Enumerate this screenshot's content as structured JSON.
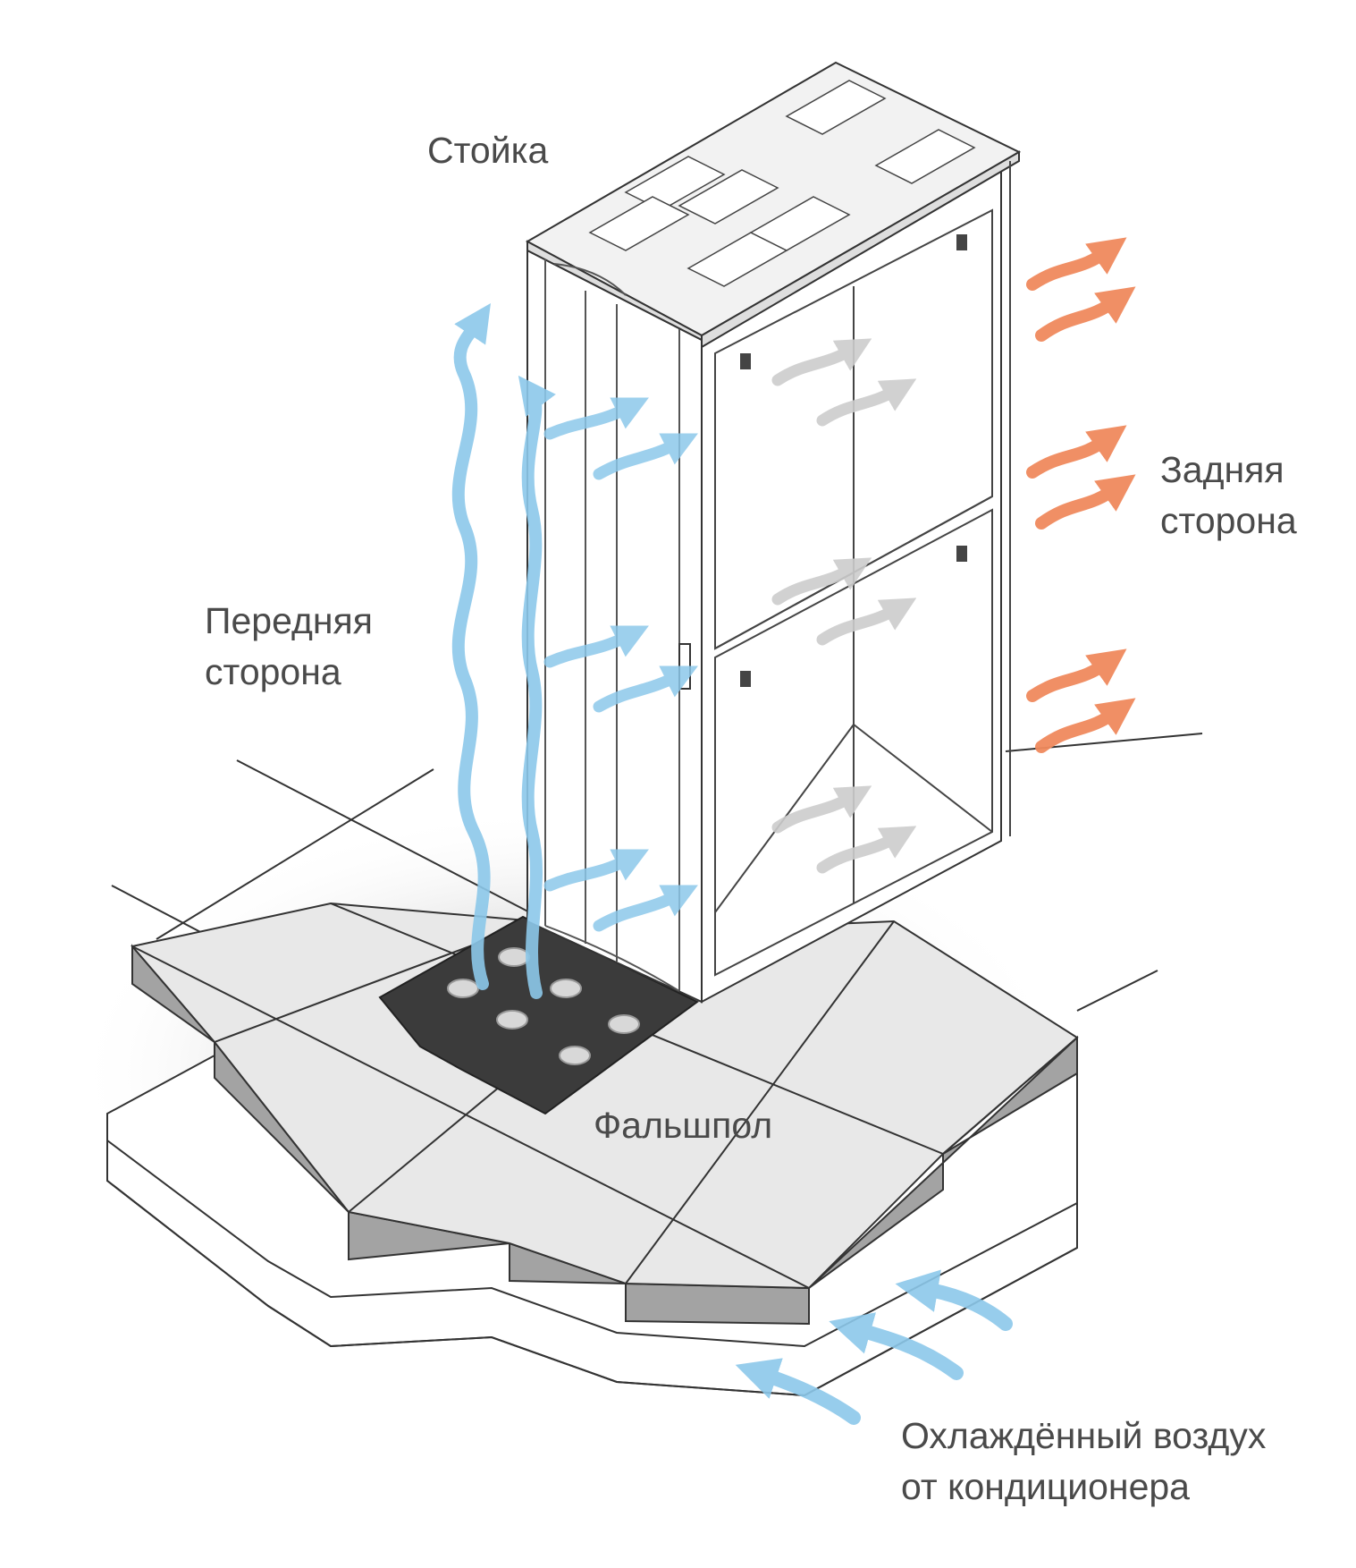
{
  "labels": {
    "rack": "Стойка",
    "front": [
      "Передняя",
      "сторона"
    ],
    "back": [
      "Задняя",
      "сторона"
    ],
    "floor": "Фальшпол",
    "cooled_air": [
      "Охлаждённый воздух",
      "от кондиционера"
    ]
  },
  "colors": {
    "cold_air": "#8cc8ea",
    "hot_air": "#f08a5d",
    "internal_air": "#c9c9c9",
    "outline": "#333333",
    "perforated_tile": "#3b3b3b",
    "floor_tile": "#e6e6e6",
    "floor_edge": "#9e9e9e",
    "text": "#4a4a4a"
  }
}
